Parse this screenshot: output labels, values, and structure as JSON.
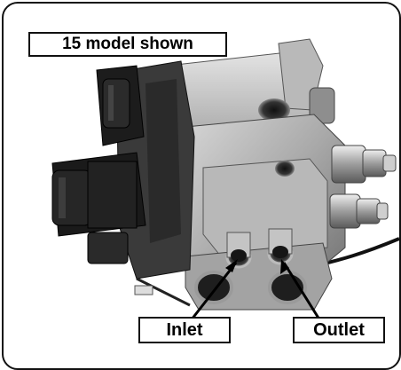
{
  "labels": {
    "title": "15 model shown",
    "inlet": "Inlet",
    "outlet": "Outlet"
  },
  "colors": {
    "frame_border": "#111111",
    "label_background": "#ffffff",
    "metal_light": "#c9c9c9",
    "metal_mid": "#9a9a9a",
    "metal_dark": "#4a4a4a",
    "connector_black": "#1a1a1a"
  },
  "photo": {
    "subject": "gray-scale photo of a gas valve assembly with two black electrical connectors on the left and two flare fittings on the right"
  }
}
